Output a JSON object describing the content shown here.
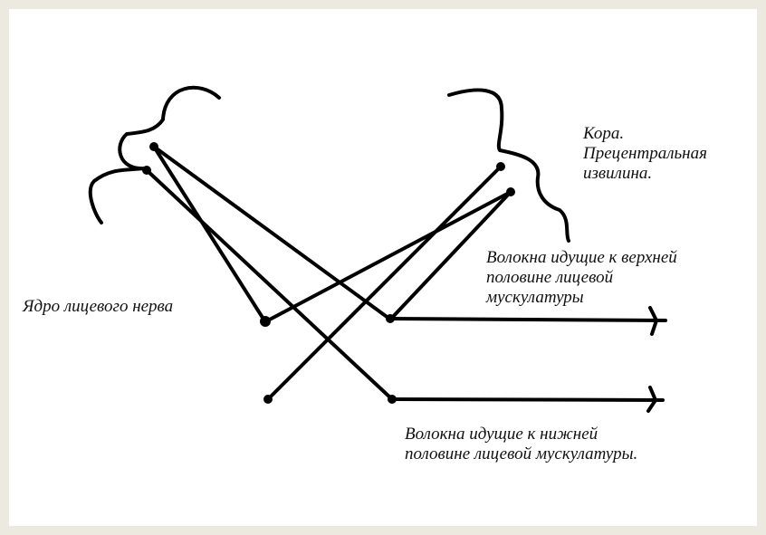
{
  "labels": {
    "cortex": [
      "Кора.",
      "Прецентральная",
      "извилина."
    ],
    "nucleus": [
      "Ядро лицевого нерва"
    ],
    "upper_fibers": [
      "Волокна идущие к верхней",
      "половине лицевой",
      "мускулатуры"
    ],
    "lower_fibers": [
      "Волокна идущие к нижней",
      "половине лицевой мускулатуры."
    ]
  },
  "colors": {
    "frame": "#ece9e1",
    "background": "#ffffff",
    "ink": "#000000"
  }
}
